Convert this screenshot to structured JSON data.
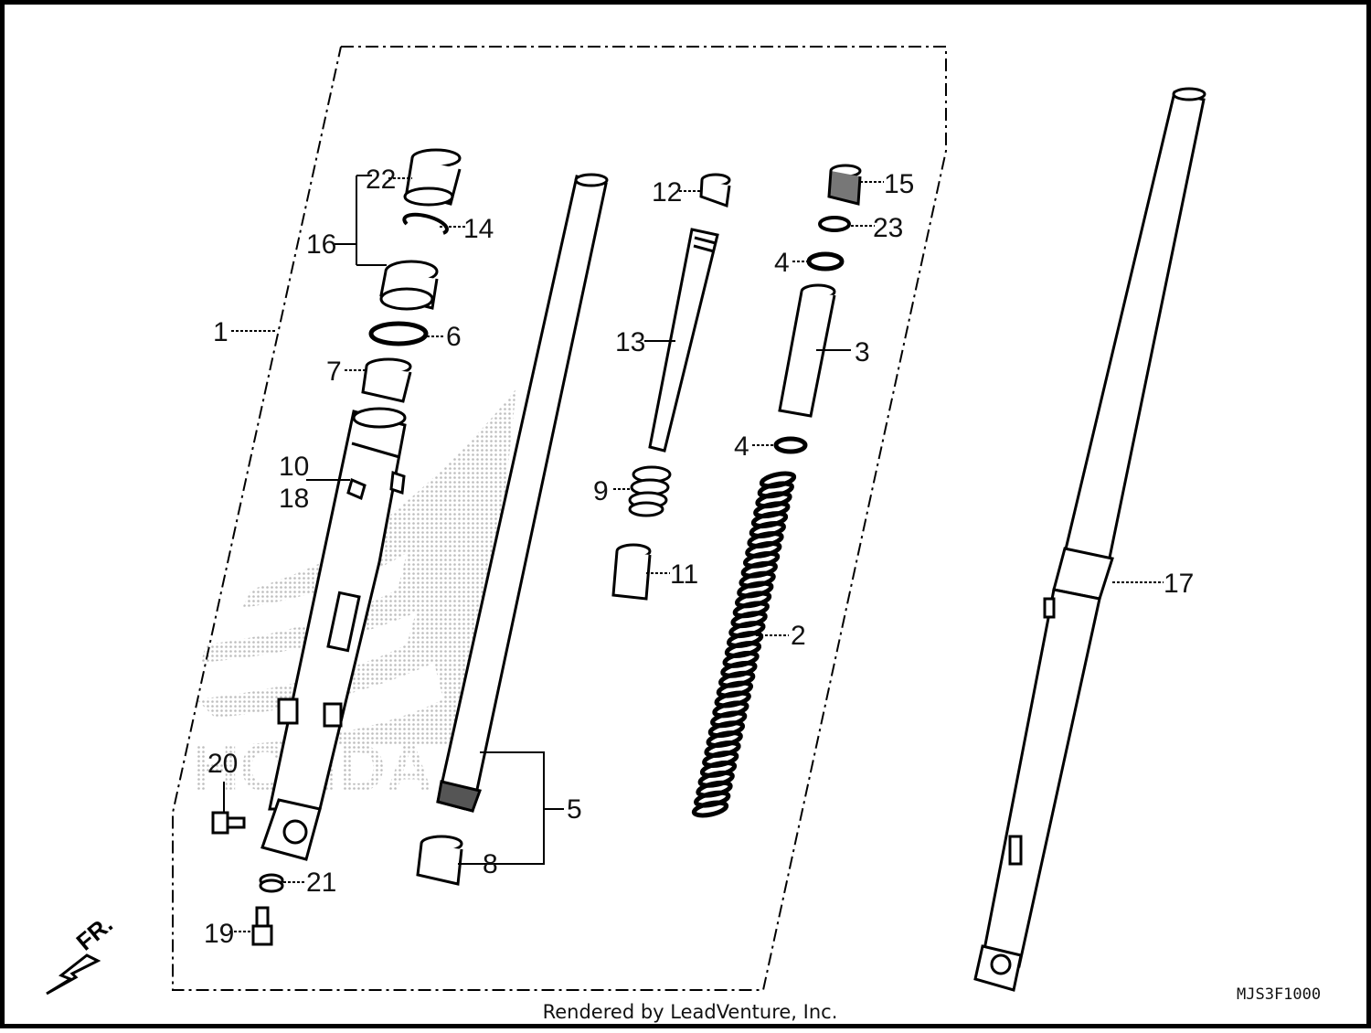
{
  "diagram": {
    "callouts": [
      {
        "id": "c1",
        "text": "1"
      },
      {
        "id": "c2",
        "text": "2"
      },
      {
        "id": "c3",
        "text": "3"
      },
      {
        "id": "c4a",
        "text": "4"
      },
      {
        "id": "c4b",
        "text": "4"
      },
      {
        "id": "c5",
        "text": "5"
      },
      {
        "id": "c6",
        "text": "6"
      },
      {
        "id": "c7",
        "text": "7"
      },
      {
        "id": "c8",
        "text": "8"
      },
      {
        "id": "c9",
        "text": "9"
      },
      {
        "id": "c10",
        "text": "10"
      },
      {
        "id": "c11",
        "text": "11"
      },
      {
        "id": "c12",
        "text": "12"
      },
      {
        "id": "c13",
        "text": "13"
      },
      {
        "id": "c14",
        "text": "14"
      },
      {
        "id": "c15",
        "text": "15"
      },
      {
        "id": "c16",
        "text": "16"
      },
      {
        "id": "c17",
        "text": "17"
      },
      {
        "id": "c18",
        "text": "18"
      },
      {
        "id": "c19",
        "text": "19"
      },
      {
        "id": "c20",
        "text": "20"
      },
      {
        "id": "c21",
        "text": "21"
      },
      {
        "id": "c22",
        "text": "22"
      },
      {
        "id": "c23",
        "text": "23"
      }
    ],
    "direction_label": "FR.",
    "watermark_text": "HONDA",
    "diagram_code": "MJS3F1000"
  },
  "footer": {
    "credit": "Rendered by LeadVenture, Inc."
  },
  "colors": {
    "line": "#000000",
    "watermark": "#bdbdbd"
  }
}
